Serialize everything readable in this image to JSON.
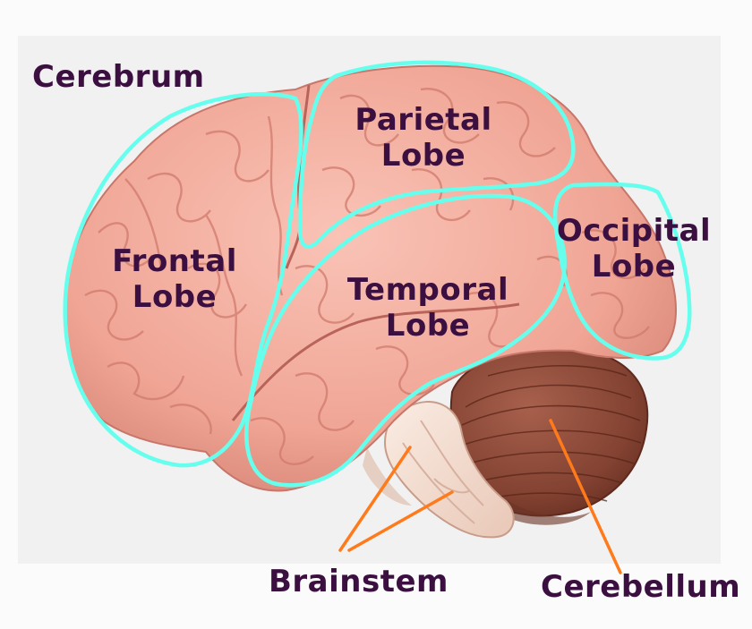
{
  "labels": {
    "cerebrum": "Cerebrum",
    "parietal_line1": "Parietal",
    "parietal_line2": "Lobe",
    "frontal_line1": "Frontal",
    "frontal_line2": "Lobe",
    "temporal_line1": "Temporal",
    "temporal_line2": "Lobe",
    "occipital_line1": "Occipital",
    "occipital_line2": "Lobe",
    "brainstem": "Brainstem",
    "cerebellum": "Cerebellum"
  },
  "colors": {
    "label_text": "#3b1040",
    "outline": "#66ffee",
    "pointer": "#ff7a1a",
    "cerebrum_fill": "#f1a99a",
    "cerebellum_fill": "#8c4636",
    "brainstem_fill": "#f4dfd2",
    "background": "#f3f3f3"
  }
}
